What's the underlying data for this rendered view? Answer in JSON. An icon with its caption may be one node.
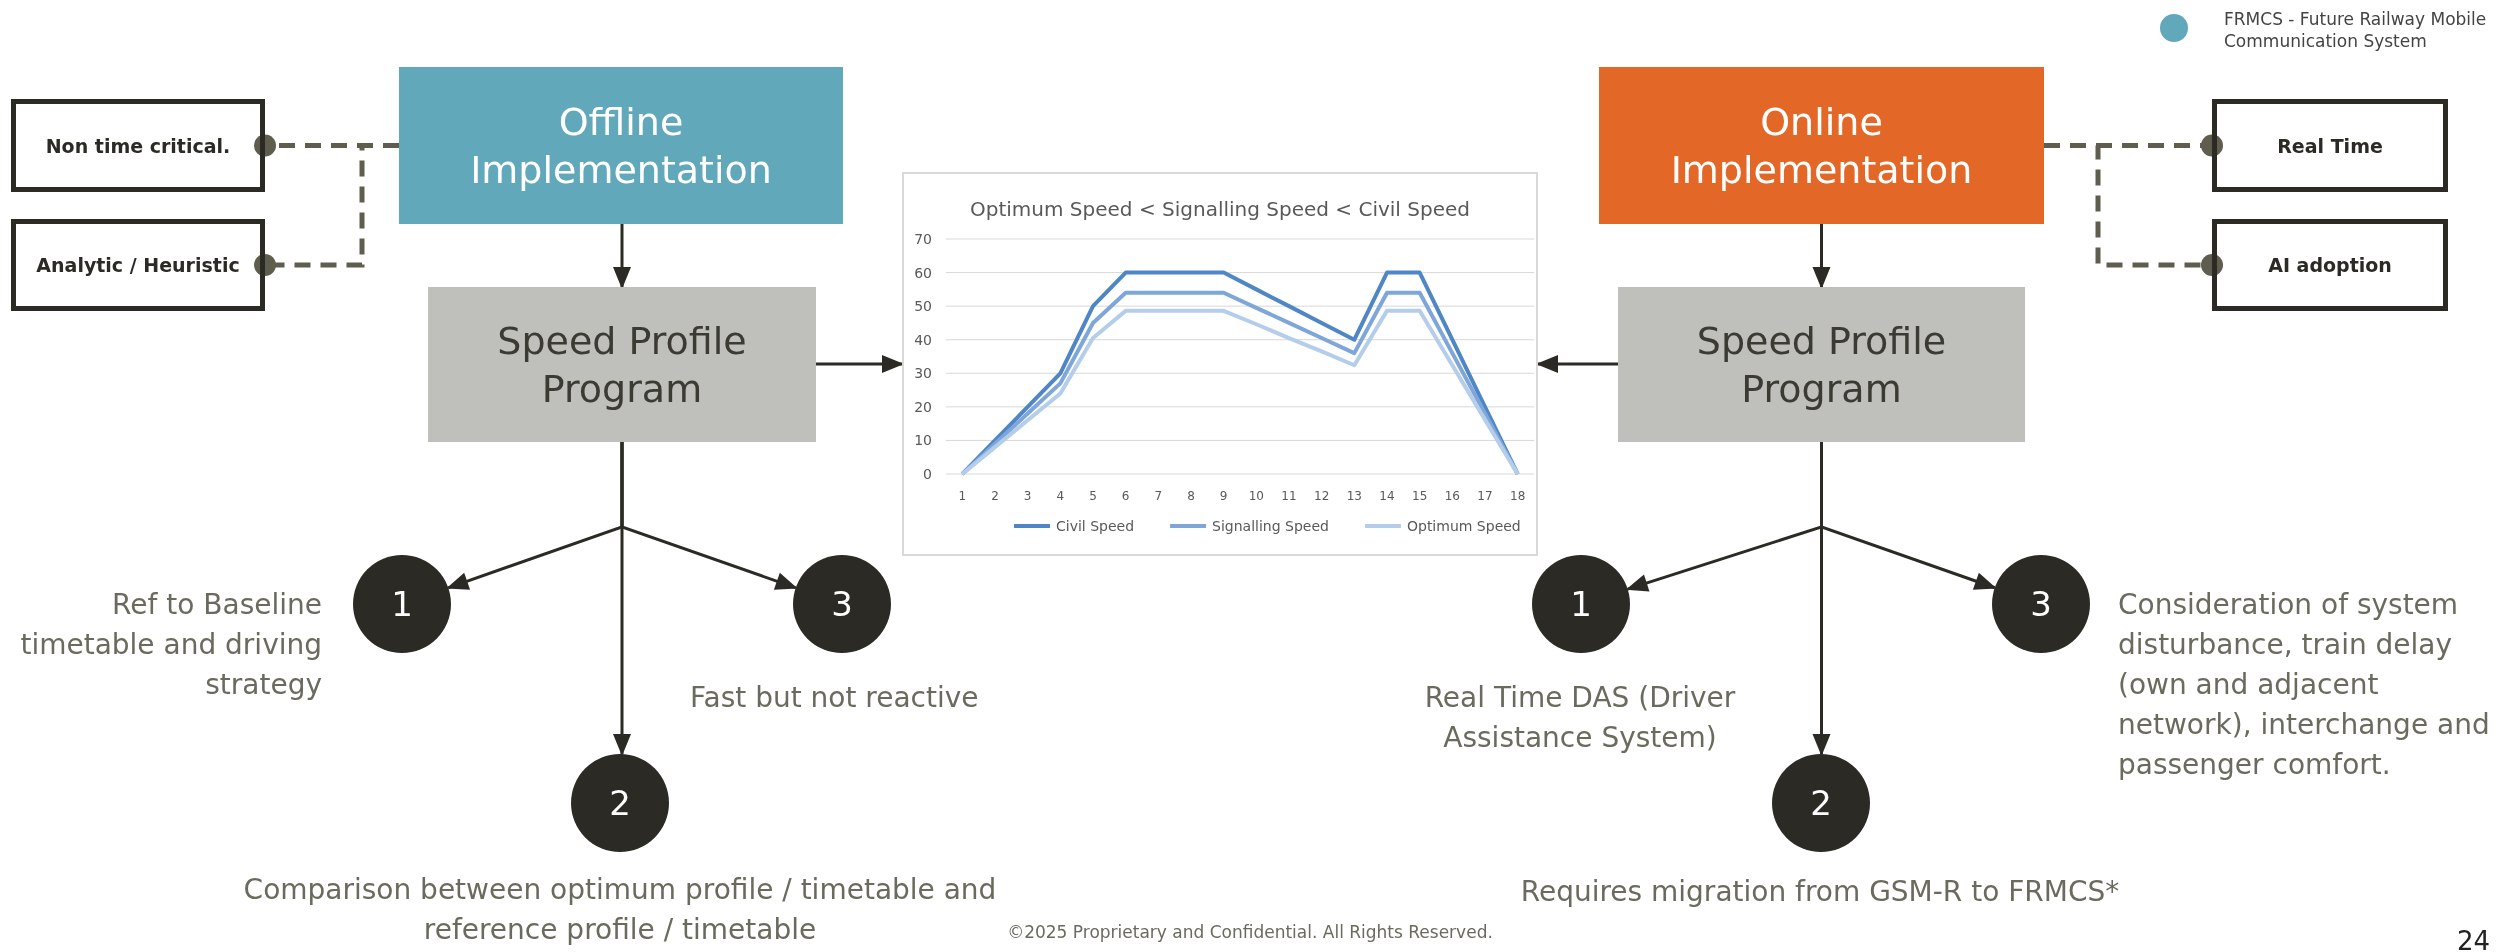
{
  "diagram": {
    "nodes": [
      {
        "text": [
          "Offline Implementation"
        ]
      },
      {
        "text": [
          "Non time critical."
        ]
      },
      {
        "text": [
          "Analytic / Heuristic"
        ]
      },
      {
        "text": [
          "Speed Profile Program"
        ]
      },
      {
        "text": [],
        "shape": "box"
      },
      {
        "text": [
          "1"
        ],
        "beside": [
          "Ref to Baseline timetable and driving strategy"
        ]
      },
      {
        "text": [
          "2"
        ],
        "beside": [
          "Comparison between optimum profile / timetable and reference profile / timetable"
        ]
      },
      {
        "text": [
          "3"
        ],
        "beside": [
          "Fast but not reactive"
        ]
      },
      {
        "text": [
          "Online Implementation"
        ]
      },
      {
        "text": [
          "Real Time"
        ]
      },
      {
        "text": [
          "AI adoption"
        ]
      },
      {
        "text": [
          "Speed Profile Program"
        ]
      },
      {
        "text": [
          "1"
        ],
        "beside": [
          "Real Time DAS (Driver Assistance System)"
        ]
      },
      {
        "text": [
          "2"
        ],
        "beside": [
          "Requires migration from GSM-R to FRMCS*"
        ]
      },
      {
        "text": [
          "3"
        ],
        "beside": [
          "Consideration of system disturbance, train delay (own and adjacent network), interchange and passenger comfort."
        ]
      }
    ],
    "edges": [
      {
        "from": 0,
        "to": 1,
        "arrow": "other",
        "style": "dashed",
        "color": "#5e5d4e"
      },
      {
        "from": 0,
        "to": 2,
        "arrow": "other",
        "style": "dashed",
        "color": "#5e5d4e"
      },
      {
        "from": 0,
        "to": 3,
        "arrow": "to"
      },
      {
        "from": 3,
        "to": 4,
        "arrow": "to"
      },
      {
        "from": 3,
        "to": 5,
        "arrow": "to"
      },
      {
        "from": 3,
        "to": 6,
        "arrow": "to"
      },
      {
        "from": 3,
        "to": 7,
        "arrow": "to"
      },
      {
        "from": 8,
        "to": 9,
        "arrow": "other",
        "style": "dashed",
        "color": "#5e5d4e"
      },
      {
        "from": 8,
        "to": 10,
        "arrow": "other",
        "style": "dashed",
        "color": "#5e5d4e"
      },
      {
        "from": 8,
        "to": 11,
        "arrow": "to"
      },
      {
        "from": 11,
        "to": 4,
        "arrow": "to"
      },
      {
        "from": 11,
        "to": 12,
        "arrow": "to"
      },
      {
        "from": 11,
        "to": 13,
        "arrow": "to"
      },
      {
        "from": 11,
        "to": 14,
        "arrow": "to"
      }
    ],
    "labels": [
      "©2025 Proprietary and Confidential. All Rights Reserved.",
      "24"
    ],
    "legend": [
      {
        "text": "FRMCS - Future Railway Mobile Communication System",
        "color": "#62a8bb"
      }
    ],
    "chart_data": {
      "type": "line",
      "title": "Optimum Speed < Signalling Speed < Civil Speed",
      "grid": true,
      "legend": "bottom",
      "categories": [
        "1",
        "2",
        "3",
        "4",
        "5",
        "6",
        "7",
        "8",
        "9",
        "10",
        "11",
        "12",
        "13",
        "14",
        "15",
        "16",
        "17",
        "18"
      ],
      "ylim": [
        0,
        70
      ],
      "yticks": [
        0,
        10,
        20,
        30,
        40,
        50,
        60,
        70
      ],
      "series": [
        {
          "name": "Civil Speed",
          "color": "#4f86c6",
          "values": [
            0,
            10,
            20,
            30,
            50,
            60,
            60,
            60,
            60,
            55,
            50,
            45,
            40,
            60,
            60,
            40,
            20,
            0
          ]
        },
        {
          "name": "Signalling Speed",
          "color": "#7ea6d9",
          "values": [
            0,
            9,
            18,
            27,
            45,
            54,
            54,
            54,
            54,
            49.5,
            45,
            40.5,
            36,
            54,
            54,
            36,
            18,
            0
          ]
        },
        {
          "name": "Optimum Speed",
          "color": "#b4cdea",
          "values": [
            0,
            8,
            16,
            24,
            40.5,
            48.6,
            48.6,
            48.6,
            48.6,
            44.6,
            40.5,
            36.5,
            32.4,
            48.6,
            48.6,
            32.4,
            16.2,
            0
          ]
        }
      ]
    }
  }
}
